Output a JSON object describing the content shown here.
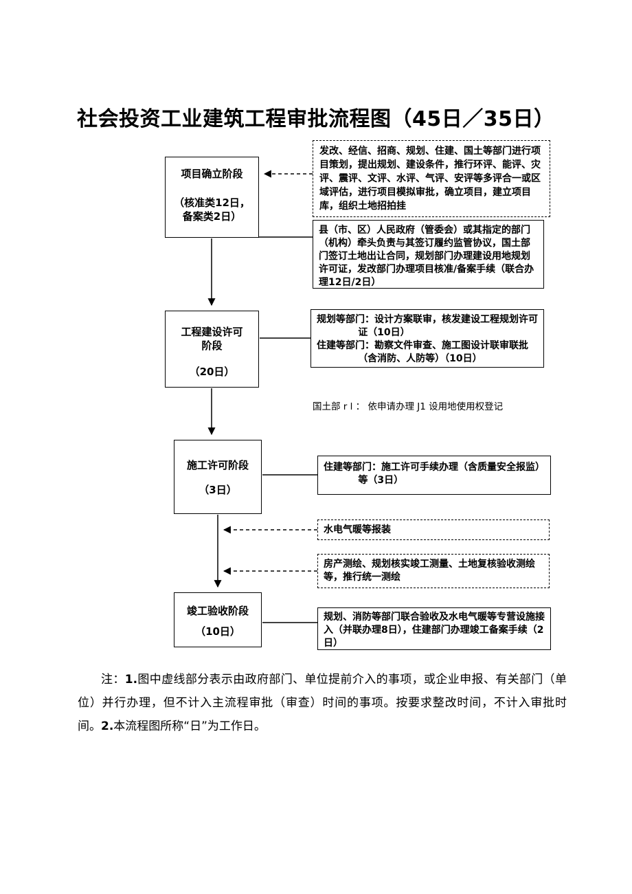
{
  "title": "社会投资工业建筑工程审批流程图（45日／35日）",
  "stages": {
    "s1": {
      "name": "项目确立阶段",
      "duration1": "（核准类12日，",
      "duration2": "备案类2日）"
    },
    "s2": {
      "name1": "工程建设许可",
      "name2": "阶段",
      "duration": "（20日）"
    },
    "s3": {
      "name": "施工许可阶段",
      "duration": "（3日）"
    },
    "s4": {
      "name": "竣工验收阶段",
      "duration": "（10日）"
    }
  },
  "details": {
    "planning": "发改、经信、招商、规划、住建、国土等部门进行项目策划，提出规划、建设条件，推行环评、能评、灾评、震评、文评、水评、气评、安评等多评合一或区域评估，进行项目模拟审批，确立项目，建立项目库，组织土地招拍挂",
    "government": "县（市、区）人民政府（管委会）或其指定的部门（机构）牵头负责与其签订履约监管协议，国土部门签订土地出让合同，规划部门办理建设用地规划许可证，发改部门办理项目核准/备案手续（联合办理12日/2日）",
    "permit": {
      "item1": "规划等部门：设计方案联审，核发建设工程规划许可证（10日）",
      "item2": "住建等部门：勘察文件审查、施工图设计联审联批（含消防、人防等）（10日）"
    },
    "land_note": "国土部 r l ： 依申请办理 J1 设用地使用权登记",
    "construction": "住建等部门：施工许可手续办理（含质量安全报监）等（3日）",
    "utilities": "水电气暖等报装",
    "survey": "房产测绘、规划核实竣工测量、土地复核验收测绘等，推行统一测绘",
    "acceptance": "规划、消防等部门联合验收及水电气暖等专营设施接入（并联办理8日），住建部门办理竣工备案手续（2日）"
  },
  "note": {
    "prefix": "注：",
    "num1": "1.",
    "body1": "图中虚线部分表示由政府部门、单位提前介入的事项，或企业申报、有关部门（单位）并行办理，但不计入主流程审批（审查）时间的事项。按要求整改时间，不计入审批时间。",
    "num2": "2.",
    "body2": "本流程图所称“日”为工作日。"
  }
}
